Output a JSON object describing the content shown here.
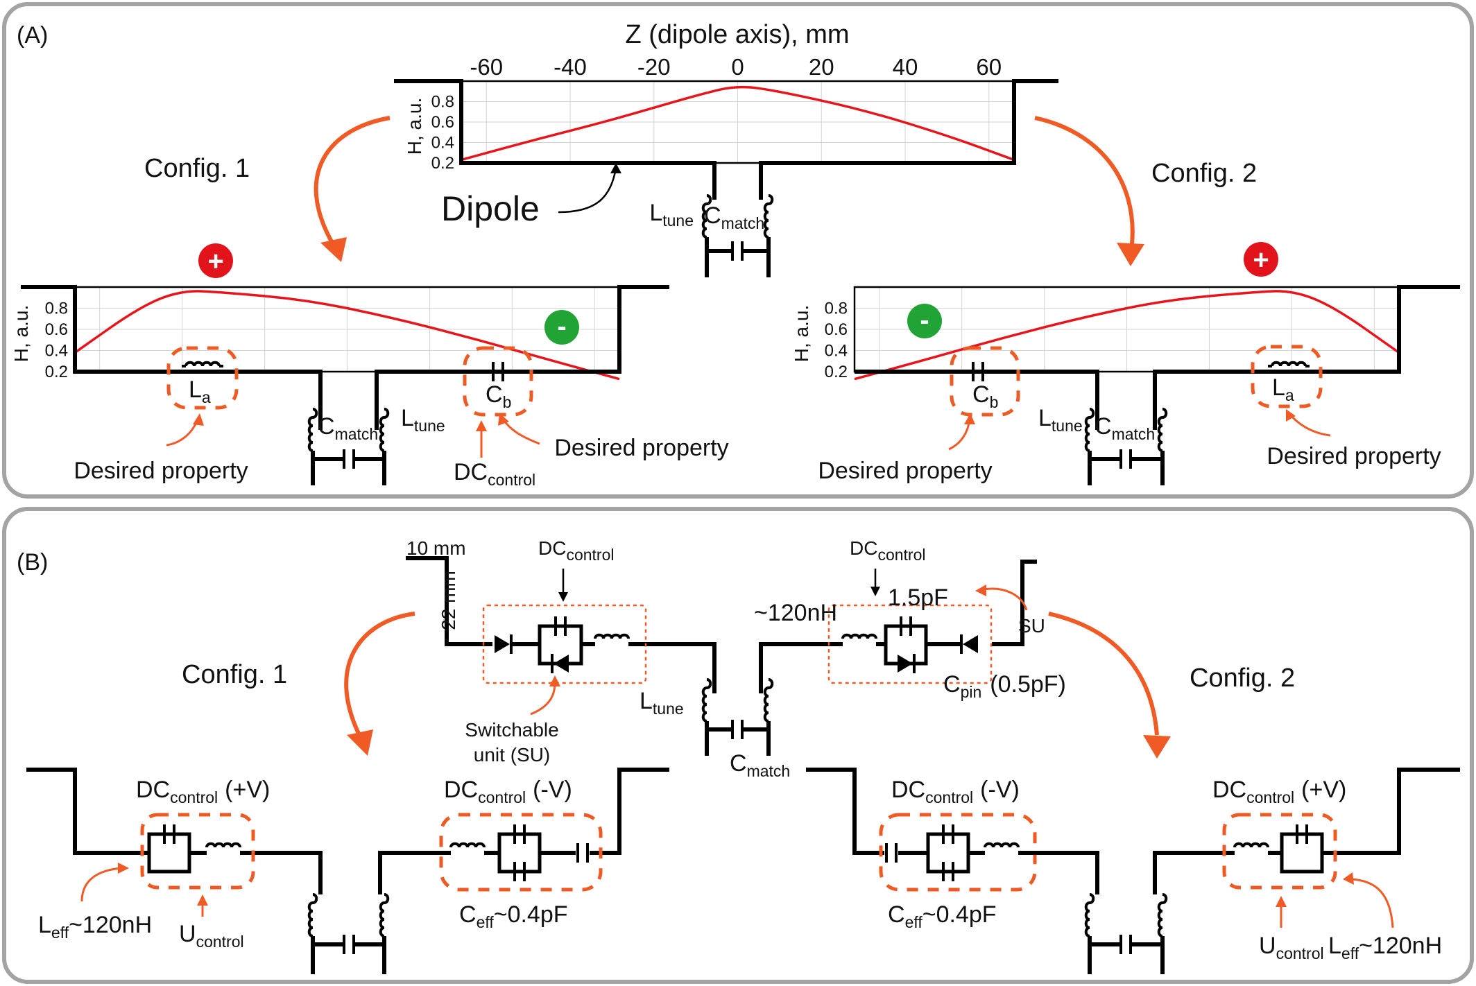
{
  "panel_a": {
    "label": "(A)",
    "top_plot": {
      "xlabel": "Z (dipole axis), mm",
      "xticks": [
        "-60",
        "-40",
        "-20",
        "0",
        "20",
        "40",
        "60"
      ],
      "ylabel": "H, a.u.",
      "yticks": [
        "0.8",
        "0.6",
        "0.4",
        "0.2"
      ]
    },
    "config1_title": "Config. 1",
    "config2_title": "Config. 2",
    "dipole_label": "Dipole",
    "ltune": "L",
    "ltune_sub": "tune",
    "cmatch": "C",
    "cmatch_sub": "match",
    "left_plot": {
      "ylabel": "H, a.u.",
      "yticks": [
        "0.8",
        "0.6",
        "0.4",
        "0.2"
      ]
    },
    "right_plot": {
      "ylabel": "H, a.u.",
      "yticks": [
        "0.8",
        "0.6",
        "0.4",
        "0.2"
      ]
    },
    "plus": "+",
    "minus": "-",
    "la": "L",
    "la_sub": "a",
    "cb": "C",
    "cb_sub": "b",
    "desired_property": "Desired property",
    "dc": "DC",
    "dc_sub": "control"
  },
  "panel_b": {
    "label": "(B)",
    "dim_horizontal": "10 mm",
    "dim_vertical": "22 mm",
    "dc": "DC",
    "dc_sub": "control",
    "inductance": "~120nH",
    "cap_value": "1.5pF",
    "su_short": "SU",
    "cpin": "C",
    "cpin_sub": "pin",
    "cpin_value": "(0.5pF)",
    "switchable_line1": "Switchable",
    "switchable_line2": "unit (SU)",
    "ltune": "L",
    "ltune_sub": "tune",
    "cmatch": "C",
    "cmatch_sub": "match",
    "config1_title": "Config. 1",
    "config2_title": "Config. 2",
    "plus_v": "(+V)",
    "minus_v": "(-V)",
    "leff": "L",
    "leff_sub": "eff",
    "leff_value": "~120nH",
    "ceff": "C",
    "ceff_sub": "eff",
    "ceff_value": "~0.4pF",
    "ucontrol": "U",
    "ucontrol_sub": "control"
  },
  "colors": {
    "field_curve": "#e8141b",
    "arrows": "#f05a24",
    "positive_badge": "#e3131b",
    "negative_badge": "#21a336",
    "panel_border": "#a3a3a3"
  },
  "chart_data": [
    {
      "type": "line",
      "title": "",
      "xlabel": "Z (dipole axis), mm",
      "ylabel": "H, a.u.",
      "xlim": [
        -66,
        66
      ],
      "ylim": [
        0.2,
        1.0
      ],
      "series": [
        {
          "x": [
            -66,
            -50,
            -30,
            -10,
            0,
            10,
            30,
            50,
            66
          ],
          "y": [
            0.23,
            0.41,
            0.62,
            0.86,
            0.96,
            0.9,
            0.72,
            0.47,
            0.23
          ]
        }
      ]
    },
    {
      "type": "line",
      "title": "",
      "xlabel": "",
      "ylabel": "H, a.u.",
      "xlim": [
        -66,
        66
      ],
      "ylim": [
        0.2,
        1.0
      ],
      "series": [
        {
          "x": [
            -66,
            -50,
            -40,
            -30,
            -10,
            10,
            30,
            50,
            66
          ],
          "y": [
            0.38,
            0.82,
            0.97,
            0.95,
            0.88,
            0.72,
            0.52,
            0.3,
            0.13
          ]
        }
      ]
    },
    {
      "type": "line",
      "title": "",
      "xlabel": "",
      "ylabel": "H, a.u.",
      "xlim": [
        -66,
        66
      ],
      "ylim": [
        0.2,
        1.0
      ],
      "series": [
        {
          "x": [
            -66,
            -50,
            -30,
            -10,
            10,
            30,
            40,
            50,
            66
          ],
          "y": [
            0.13,
            0.3,
            0.52,
            0.72,
            0.88,
            0.95,
            0.97,
            0.82,
            0.38
          ]
        }
      ]
    }
  ]
}
